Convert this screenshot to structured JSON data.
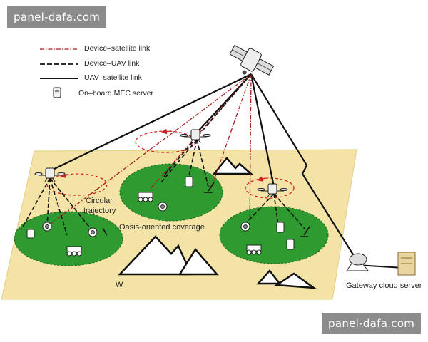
{
  "watermark": {
    "top": "panel-dafa.com",
    "bottom": "panel-dafa.com"
  },
  "legend": {
    "device_satellite": "Device–satellite link",
    "device_uav": "Device–UAV link",
    "uav_satellite": "UAV–satellite link",
    "mec_server": "On–board MEC server"
  },
  "labels": {
    "circular_trajectory_1": "Circular",
    "circular_trajectory_2": "trajectory",
    "oasis_coverage": "Oasis-oriented coverage",
    "gateway": "Gateway cloud server",
    "partial_bottom": "W"
  },
  "colors": {
    "ground": "#f3e3a6",
    "oasis": "#2f9a2f",
    "device_satellite_link": "#a81e1e",
    "trajectory": "#d02020",
    "uav_link": "#111111"
  },
  "icons": [
    "satellite-icon",
    "uav-icon",
    "mec-server-icon",
    "rover-icon",
    "sensor-icon",
    "antenna-icon",
    "mountain-icon",
    "gateway-dish-icon",
    "cloud-server-icon"
  ]
}
